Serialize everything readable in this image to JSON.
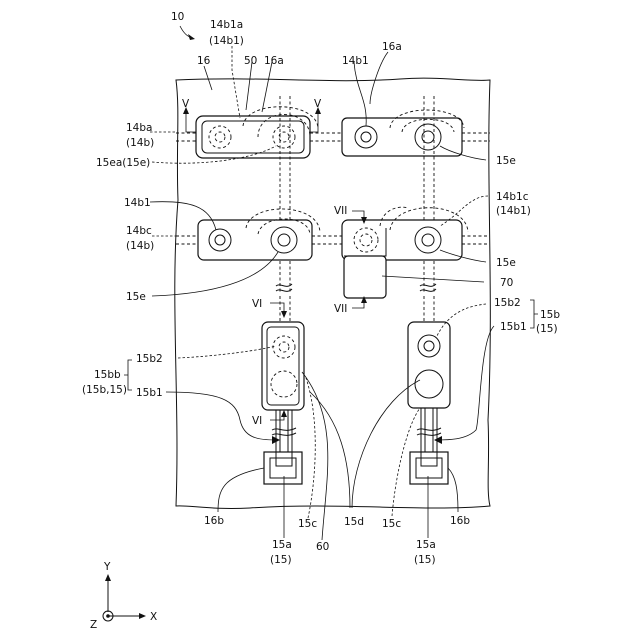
{
  "figure_ref": "10",
  "labels": {
    "l_14b1a": "14b1a",
    "l_14b1a_sub": "(14b1)",
    "l_16_top": "16",
    "l_50": "50",
    "l_16a_top_left": "16a",
    "l_14b1_top_right": "14b1",
    "l_16a_top_right": "16a",
    "l_V_left": "V",
    "l_V_right": "V",
    "l_14ba": "14ba",
    "l_14ba_sub": "(14b)",
    "l_15ea": "15ea(15e)",
    "l_15e_row1": "15e",
    "l_14b1_row2": "14b1",
    "l_VII_top": "VII",
    "l_14b1c": "14b1c",
    "l_14b1c_sub": "(14b1)",
    "l_14bc": "14bc",
    "l_14bc_sub": "(14b)",
    "l_15e_row2_right": "15e",
    "l_70": "70",
    "l_15e_row2_left": "15e",
    "l_VII_bottom": "VII",
    "l_VI_top": "VI",
    "l_15b2_right": "15b2",
    "l_15b": "15b",
    "l_15b1_right": "15b1",
    "l_15_sub_right": "(15)",
    "l_15b2_left": "15b2",
    "l_15bb": "15bb",
    "l_15bb_sub": "(15b,15)",
    "l_15b1_left": "15b1",
    "l_VI_bottom": "VI",
    "l_16b_left": "16b",
    "l_15c_left": "15c",
    "l_15a_left": "15a",
    "l_15a_left_sub": "(15)",
    "l_60": "60",
    "l_15d": "15d",
    "l_15c_right": "15c",
    "l_15a_right": "15a",
    "l_15a_right_sub": "(15)",
    "l_16b_right": "16b"
  },
  "axes": {
    "y": "Y",
    "x": "X",
    "z": "Z"
  }
}
